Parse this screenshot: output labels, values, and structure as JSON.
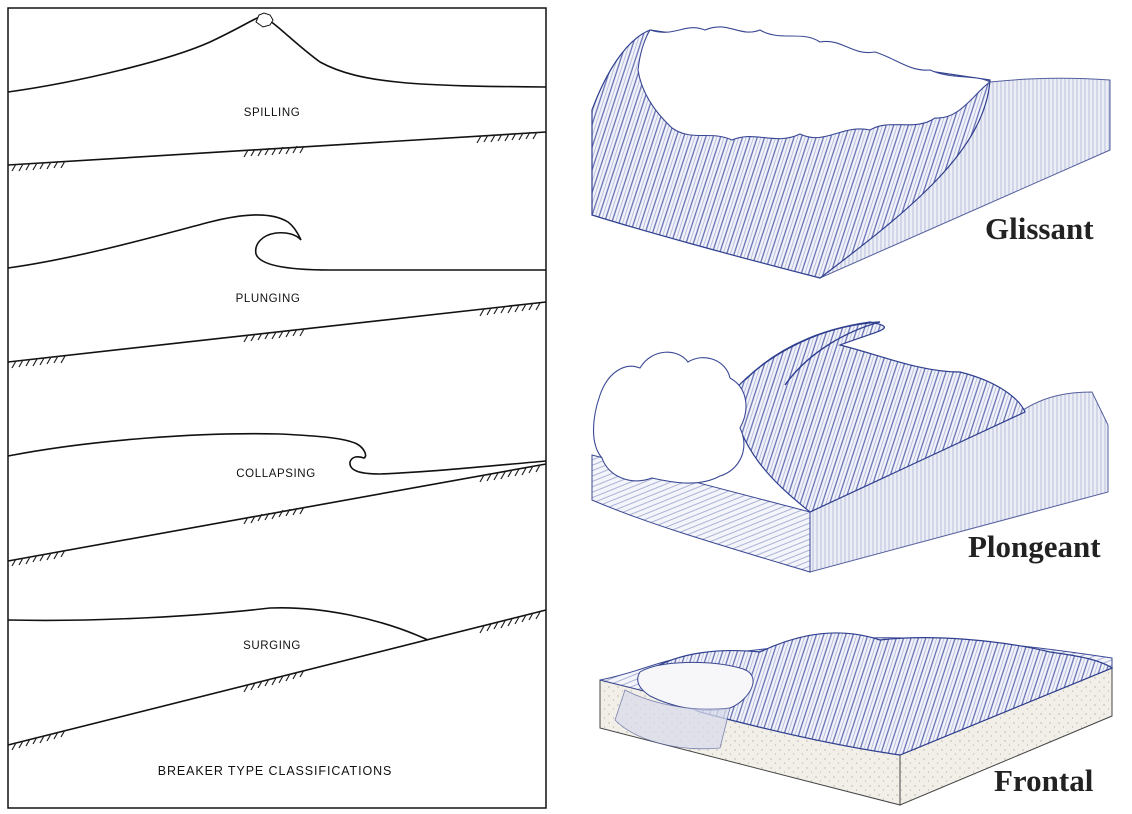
{
  "left_panel": {
    "breakers": [
      {
        "label": "SPILLING"
      },
      {
        "label": "PLUNGING"
      },
      {
        "label": "COLLAPSING"
      },
      {
        "label": "SURGING"
      }
    ],
    "caption": "BREAKER TYPE CLASSIFICATIONS"
  },
  "right_panel": {
    "illustrations": [
      {
        "label": "Glissant"
      },
      {
        "label": "Plongeant"
      },
      {
        "label": "Frontal"
      }
    ]
  },
  "colors": {
    "line": "#111111",
    "wave_ink": "#2f3f8f",
    "wave_fill": "#eef0f8",
    "sand": "#f1efe8"
  }
}
